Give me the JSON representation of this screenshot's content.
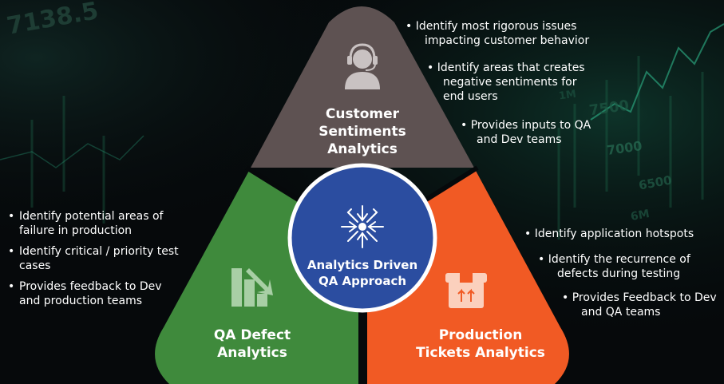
{
  "center": {
    "title_line1": "Analytics Driven",
    "title_line2": "QA Approach",
    "icon": "network-hub-icon"
  },
  "segments": {
    "customer": {
      "title_lines": [
        "Customer",
        "Sentiments",
        "Analytics"
      ],
      "icon": "headset-user-icon",
      "color": "#5e5252",
      "bullets": [
        [
          "Identify most rigorous issues",
          "impacting customer behavior"
        ],
        [
          "Identify areas that creates",
          "negative sentiments for",
          "end users"
        ],
        [
          "Provides inputs to QA",
          "and Dev teams"
        ]
      ]
    },
    "qa_defect": {
      "title_lines": [
        "QA Defect",
        "Analytics"
      ],
      "icon": "declining-bar-chart-icon",
      "color": "#3f8a3c",
      "bullets": [
        [
          "Identify potential areas of",
          "failure in production"
        ],
        [
          "Identify critical / priority test",
          "cases"
        ],
        [
          "Provides feedback to Dev",
          "and production teams"
        ]
      ]
    },
    "production": {
      "title_lines": [
        "Production",
        "Tickets Analytics"
      ],
      "icon": "package-box-icon",
      "color": "#f15a24",
      "bullets": [
        [
          "Identify application hotspots"
        ],
        [
          "Identify the recurrence of",
          "defects during testing"
        ],
        [
          "Provides Feedback to Dev",
          "and QA teams"
        ]
      ]
    }
  },
  "background_numbers": [
    "7138.5",
    "7500",
    "7000",
    "6500",
    "6M",
    "1M"
  ],
  "colors": {
    "center_fill": "#2b4da0",
    "center_ring": "#ffffff",
    "text": "#ffffff",
    "background": "#06090b"
  }
}
